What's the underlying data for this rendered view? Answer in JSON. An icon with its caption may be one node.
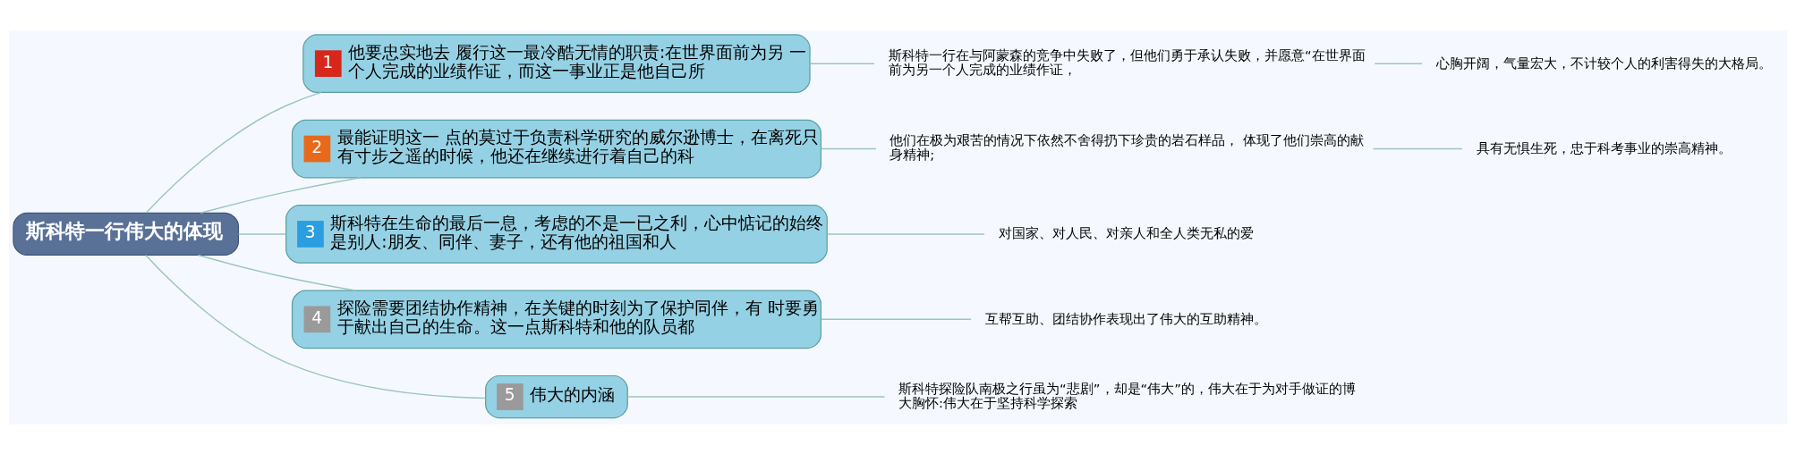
{
  "diagram": {
    "nodes": [
      {
        "text": [
          "斯科特一行伟大的体现"
        ]
      },
      {
        "text": [
          "1",
          "他要忠实地去 履行这一最冷酷无情的职责:在世界面前为另 一个人完成的业绩作证，而这一事业正是他自己所"
        ]
      },
      {
        "text": [
          "2",
          "最能证明这一 点的莫过于负责科学研究的威尔逊博士，在离死只有寸步之遥的时候，他还在继续进行着自己的科"
        ]
      },
      {
        "text": [
          "3",
          "斯科特在生命的最后一息，考虑的不是一已之利，心中惦记的始终是别人:朋友、同伴、妻子，还有他的祖国和人"
        ]
      },
      {
        "text": [
          "4",
          "探险需要团结协作精神，在关键的时刻为了保护同伴，有 时要勇于献出自己的生命。这一点斯科特和他的队员都"
        ]
      },
      {
        "text": [
          "5",
          "伟大的内涵"
        ]
      },
      {
        "text": [
          "斯科特一行在与阿蒙森的竞争中失败了，但他们勇于承认失败，并愿意“在世界面前为另一个人完成的业绩作证，"
        ]
      },
      {
        "text": [
          "心胸开阔，气量宏大，不计较个人的利害得失的大格局。"
        ]
      },
      {
        "text": [
          "他们在极为艰苦的情况下依然不舍得扔下珍贵的岩石样品， 体现了他们崇高的献身精神;"
        ]
      },
      {
        "text": [
          "具有无惧生死，忠于科考事业的崇高精神。"
        ]
      },
      {
        "text": [
          "对国家、对人民、对亲人和全人类无私的爱"
        ]
      },
      {
        "text": [
          "互帮互助、团结协作表现出了伟大的互助精神。"
        ]
      },
      {
        "text": [
          "斯科特探险队南极之行虽为“悲剧”，却是“伟大”的，伟大在于为对手做证的博大胸怀:伟大在于坚持科学探索"
        ]
      }
    ],
    "edges": [
      {
        "from": 0,
        "to": 1,
        "arrow": "none"
      },
      {
        "from": 0,
        "to": 2,
        "arrow": "none"
      },
      {
        "from": 0,
        "to": 3,
        "arrow": "none"
      },
      {
        "from": 0,
        "to": 4,
        "arrow": "none"
      },
      {
        "from": 0,
        "to": 5,
        "arrow": "none"
      },
      {
        "from": 1,
        "to": 6,
        "arrow": "none"
      },
      {
        "from": 6,
        "to": 7,
        "arrow": "none"
      },
      {
        "from": 2,
        "to": 8,
        "arrow": "none"
      },
      {
        "from": 8,
        "to": 9,
        "arrow": "none"
      },
      {
        "from": 3,
        "to": 10,
        "arrow": "none"
      },
      {
        "from": 4,
        "to": 11,
        "arrow": "none"
      },
      {
        "from": 5,
        "to": 12,
        "arrow": "none"
      }
    ]
  }
}
